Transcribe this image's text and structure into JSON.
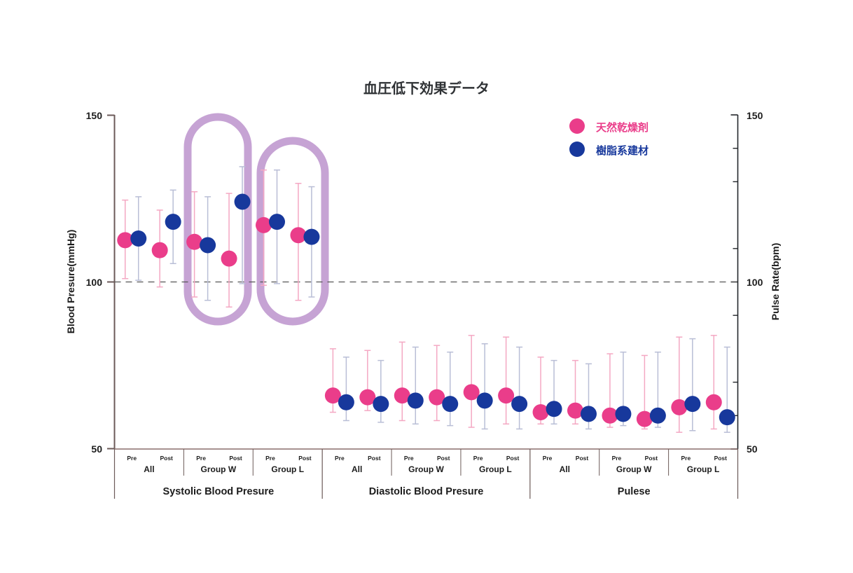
{
  "chart_data": {
    "type": "scatter",
    "title": "血圧低下効果データ",
    "ylabel": "Blood Presure(mmHg)",
    "ylabel_right": "Pulse Rate(bpm)",
    "xlabel": "",
    "ylim": [
      50,
      150
    ],
    "yticks": [
      50,
      100,
      150
    ],
    "yticks_right": [
      50,
      100,
      150
    ],
    "yminor_ticks_right": [
      60,
      70,
      90,
      110,
      130,
      140
    ],
    "grid": false,
    "reference_line": 100,
    "legend_position": "top-right",
    "legend": [
      {
        "name": "天然乾燥剤",
        "color": "#ea3d8a"
      },
      {
        "name": "樹脂系建材",
        "color": "#17389c"
      }
    ],
    "sections": [
      {
        "label": "Systolic Blood Presure",
        "groups": [
          {
            "label": "All",
            "timepoints": [
              {
                "label": "Pre",
                "points": [
                  {
                    "series": "天然乾燥剤",
                    "value": 112.5,
                    "low": 101.0,
                    "high": 124.5
                  },
                  {
                    "series": "樹脂系建材",
                    "value": 113.0,
                    "low": 100.5,
                    "high": 125.5
                  }
                ]
              },
              {
                "label": "Post",
                "points": [
                  {
                    "series": "天然乾燥剤",
                    "value": 109.5,
                    "low": 98.5,
                    "high": 121.5
                  },
                  {
                    "series": "樹脂系建材",
                    "value": 118.0,
                    "low": 105.5,
                    "high": 127.5
                  }
                ]
              }
            ]
          },
          {
            "label": "Group W",
            "timepoints": [
              {
                "label": "Pre",
                "points": [
                  {
                    "series": "天然乾燥剤",
                    "value": 112.0,
                    "low": 95.5,
                    "high": 127.0
                  },
                  {
                    "series": "樹脂系建材",
                    "value": 111.0,
                    "low": 94.5,
                    "high": 125.5
                  }
                ]
              },
              {
                "label": "Post",
                "points": [
                  {
                    "series": "天然乾燥剤",
                    "value": 107.0,
                    "low": 92.5,
                    "high": 126.5
                  },
                  {
                    "series": "樹脂系建材",
                    "value": 124.0,
                    "low": 99.5,
                    "high": 134.5
                  }
                ]
              }
            ]
          },
          {
            "label": "Group L",
            "timepoints": [
              {
                "label": "Pre",
                "points": [
                  {
                    "series": "天然乾燥剤",
                    "value": 117.0,
                    "low": 99.0,
                    "high": 133.5
                  },
                  {
                    "series": "樹脂系建材",
                    "value": 118.0,
                    "low": 99.5,
                    "high": 133.5
                  }
                ]
              },
              {
                "label": "Post",
                "points": [
                  {
                    "series": "天然乾燥剤",
                    "value": 114.0,
                    "low": 94.5,
                    "high": 129.5
                  },
                  {
                    "series": "樹脂系建材",
                    "value": 113.5,
                    "low": 95.5,
                    "high": 128.5
                  }
                ]
              }
            ]
          }
        ]
      },
      {
        "label": "Diastolic Blood Presure",
        "groups": [
          {
            "label": "All",
            "timepoints": [
              {
                "label": "Pre",
                "points": [
                  {
                    "series": "天然乾燥剤",
                    "value": 66.0,
                    "low": 61.0,
                    "high": 80.0
                  },
                  {
                    "series": "樹脂系建材",
                    "value": 64.0,
                    "low": 58.5,
                    "high": 77.5
                  }
                ]
              },
              {
                "label": "Post",
                "points": [
                  {
                    "series": "天然乾燥剤",
                    "value": 65.5,
                    "low": 61.5,
                    "high": 79.5
                  },
                  {
                    "series": "樹脂系建材",
                    "value": 63.5,
                    "low": 58.0,
                    "high": 76.5
                  }
                ]
              }
            ]
          },
          {
            "label": "Group W",
            "timepoints": [
              {
                "label": "Pre",
                "points": [
                  {
                    "series": "天然乾燥剤",
                    "value": 66.0,
                    "low": 58.5,
                    "high": 82.0
                  },
                  {
                    "series": "樹脂系建材",
                    "value": 64.5,
                    "low": 57.5,
                    "high": 80.5
                  }
                ]
              },
              {
                "label": "Post",
                "points": [
                  {
                    "series": "天然乾燥剤",
                    "value": 65.5,
                    "low": 58.5,
                    "high": 81.0
                  },
                  {
                    "series": "樹脂系建材",
                    "value": 63.5,
                    "low": 57.0,
                    "high": 79.0
                  }
                ]
              }
            ]
          },
          {
            "label": "Group L",
            "timepoints": [
              {
                "label": "Pre",
                "points": [
                  {
                    "series": "天然乾燥剤",
                    "value": 67.0,
                    "low": 56.5,
                    "high": 84.0
                  },
                  {
                    "series": "樹脂系建材",
                    "value": 64.5,
                    "low": 56.0,
                    "high": 81.5
                  }
                ]
              },
              {
                "label": "Post",
                "points": [
                  {
                    "series": "天然乾燥剤",
                    "value": 66.0,
                    "low": 57.5,
                    "high": 83.5
                  },
                  {
                    "series": "樹脂系建材",
                    "value": 63.5,
                    "low": 56.0,
                    "high": 80.5
                  }
                ]
              }
            ]
          }
        ]
      },
      {
        "label": "Pulese",
        "groups": [
          {
            "label": "All",
            "timepoints": [
              {
                "label": "Pre",
                "points": [
                  {
                    "series": "天然乾燥剤",
                    "value": 61.0,
                    "low": 57.5,
                    "high": 77.5
                  },
                  {
                    "series": "樹脂系建材",
                    "value": 62.0,
                    "low": 57.5,
                    "high": 76.5
                  }
                ]
              },
              {
                "label": "Post",
                "points": [
                  {
                    "series": "天然乾燥剤",
                    "value": 61.5,
                    "low": 57.5,
                    "high": 76.5
                  },
                  {
                    "series": "樹脂系建材",
                    "value": 60.5,
                    "low": 56.0,
                    "high": 75.5
                  }
                ]
              }
            ]
          },
          {
            "label": "Group W",
            "timepoints": [
              {
                "label": "Pre",
                "points": [
                  {
                    "series": "天然乾燥剤",
                    "value": 60.0,
                    "low": 56.5,
                    "high": 78.5
                  },
                  {
                    "series": "樹脂系建材",
                    "value": 60.5,
                    "low": 57.0,
                    "high": 79.0
                  }
                ]
              },
              {
                "label": "Post",
                "points": [
                  {
                    "series": "天然乾燥剤",
                    "value": 59.0,
                    "low": 56.0,
                    "high": 78.0
                  },
                  {
                    "series": "樹脂系建材",
                    "value": 60.0,
                    "low": 56.5,
                    "high": 79.0
                  }
                ]
              }
            ]
          },
          {
            "label": "Group L",
            "timepoints": [
              {
                "label": "Pre",
                "points": [
                  {
                    "series": "天然乾燥剤",
                    "value": 62.5,
                    "low": 55.0,
                    "high": 83.5
                  },
                  {
                    "series": "樹脂系建材",
                    "value": 63.5,
                    "low": 55.5,
                    "high": 83.0
                  }
                ]
              },
              {
                "label": "Post",
                "points": [
                  {
                    "series": "天然乾燥剤",
                    "value": 64.0,
                    "low": 56.0,
                    "high": 84.0
                  },
                  {
                    "series": "樹脂系建材",
                    "value": 59.5,
                    "low": 55.0,
                    "high": 80.5
                  }
                ]
              }
            ]
          }
        ]
      }
    ],
    "highlights": [
      {
        "section": 0,
        "group": 1,
        "label": "Systolic Group W highlight"
      },
      {
        "section": 0,
        "group": 2,
        "label": "Systolic Group L highlight"
      }
    ]
  },
  "colors": {
    "pink": "#ea3d8a",
    "blue": "#17389c",
    "pink_error": "#f4a8c3",
    "blue_error": "#b9bed6",
    "highlight": "#c6a3d4",
    "axis": "#6b5a58",
    "axis_right": "#2b2b2b",
    "reference": "#555555",
    "text": "#1c1c1c"
  }
}
